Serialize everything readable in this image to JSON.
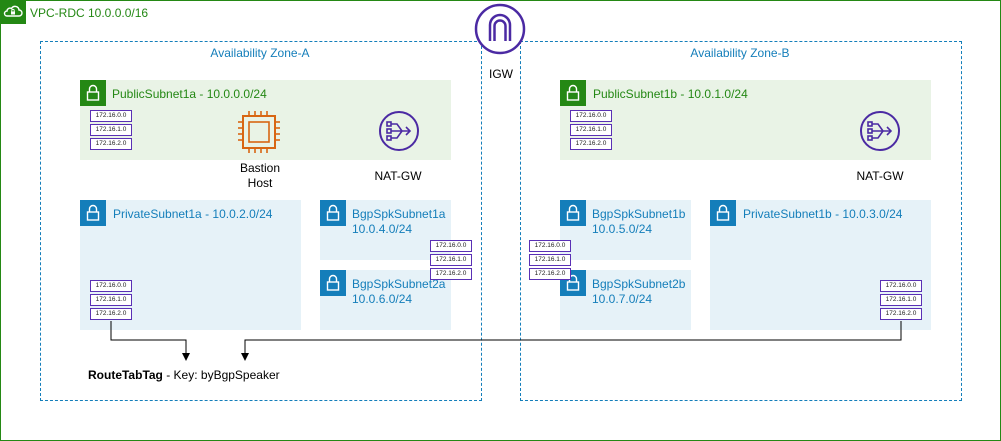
{
  "vpc": {
    "label": "VPC-RDC 10.0.0.0/16"
  },
  "igw": {
    "label": "IGW"
  },
  "az_a": {
    "label": "Availability Zone-A"
  },
  "az_b": {
    "label": "Availability Zone-B"
  },
  "public_subnet_1a": {
    "label": "PublicSubnet1a - 10.0.0.0/24"
  },
  "public_subnet_1b": {
    "label": "PublicSubnet1b - 10.0.1.0/24"
  },
  "private_subnet_1a": {
    "label": "PrivateSubnet1a - 10.0.2.0/24"
  },
  "private_subnet_1b": {
    "label": "PrivateSubnet1b - 10.0.3.0/24"
  },
  "bgp_subnet_1a": {
    "name": "BgpSpkSubnet1a",
    "cidr": "10.0.4.0/24"
  },
  "bgp_subnet_2a": {
    "name": "BgpSpkSubnet2a",
    "cidr": "10.0.6.0/24"
  },
  "bgp_subnet_1b": {
    "name": "BgpSpkSubnet1b",
    "cidr": "10.0.5.0/24"
  },
  "bgp_subnet_2b": {
    "name": "BgpSpkSubnet2b",
    "cidr": "10.0.7.0/24"
  },
  "bastion": {
    "line1": "Bastion",
    "line2": "Host"
  },
  "nat_a": {
    "label": "NAT-GW"
  },
  "nat_b": {
    "label": "NAT-GW"
  },
  "route_tables": {
    "pub_a": [
      "172.16.0.0",
      "172.16.1.0",
      "172.16.2.0"
    ],
    "pub_b": [
      "172.16.0.0",
      "172.16.1.0",
      "172.16.2.0"
    ],
    "priv_a": [
      "172.16.0.0",
      "172.16.1.0",
      "172.16.2.0"
    ],
    "priv_b": [
      "172.16.0.0",
      "172.16.1.0",
      "172.16.2.0"
    ],
    "bgp_a": [
      "172.16.0.0",
      "172.16.1.0",
      "172.16.2.0"
    ],
    "bgp_b": [
      "172.16.0.0",
      "172.16.1.0",
      "172.16.2.0"
    ]
  },
  "route_tag": {
    "bold": "RouteTabTag",
    "rest": " - Key: byBgpSpeaker"
  },
  "colors": {
    "vpc": "#248814",
    "aws_blue": "#147eba",
    "route_table": "#5a30b5",
    "ec2": "#d86613",
    "nat": "#4b2aa3"
  }
}
